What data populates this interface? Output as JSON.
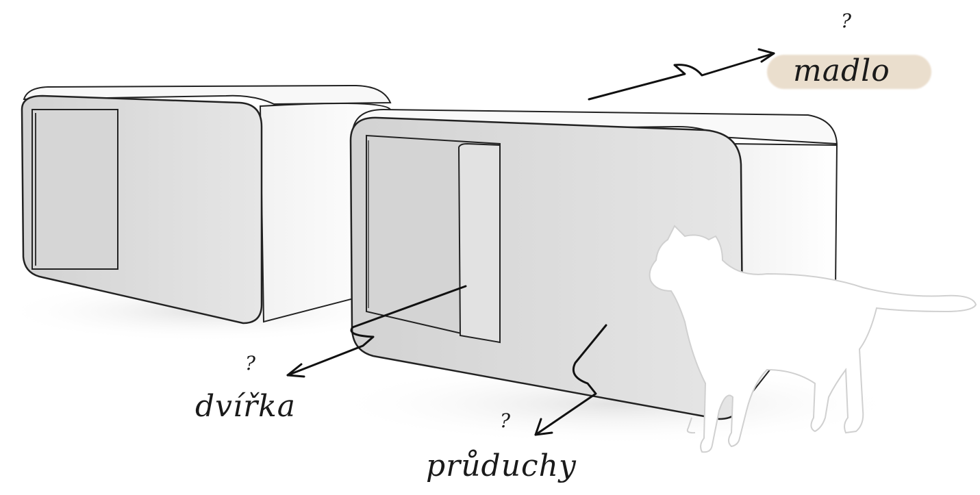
{
  "annotations": {
    "madlo": {
      "question": "?",
      "label": "madlo"
    },
    "dvirka": {
      "question": "?",
      "label": "dvířka"
    },
    "pruduchy": {
      "question": "?",
      "label": "průduchy"
    }
  },
  "colors": {
    "highlight": "#e4d3bd",
    "ink": "#1a1a1a",
    "box_face": "#dcdcdc",
    "box_top": "#f7f7f7"
  }
}
